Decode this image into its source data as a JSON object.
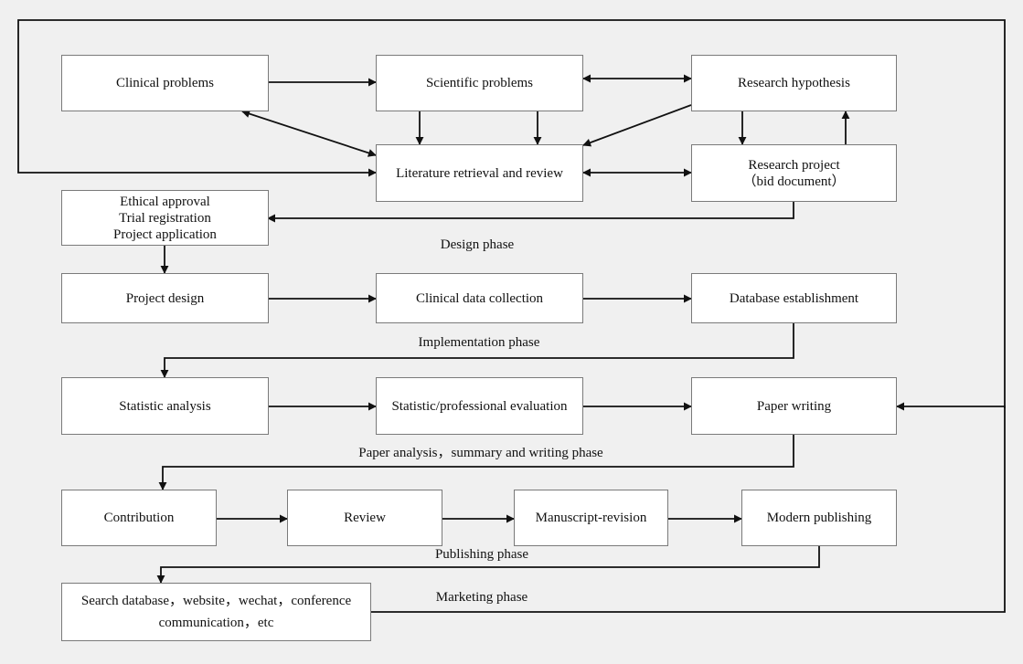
{
  "diagram": {
    "boxes": {
      "clinical_problems": "Clinical problems",
      "scientific_problems": "Scientific problems",
      "research_hypothesis": "Research hypothesis",
      "literature_review": "Literature retrieval and review",
      "research_project_line1": "Research project",
      "research_project_line2": "（bid document）",
      "ethical_line1": "Ethical approval",
      "ethical_line2": "Trial registration",
      "ethical_line3": "Project application",
      "project_design": "Project design",
      "clinical_data_collection": "Clinical data collection",
      "database_establishment": "Database establishment",
      "statistic_analysis": "Statistic analysis",
      "statistic_evaluation": "Statistic/professional evaluation",
      "paper_writing": "Paper writing",
      "contribution": "Contribution",
      "review": "Review",
      "manuscript_revision": "Manuscript-revision",
      "modern_publishing": "Modern publishing",
      "search_database_line1": "Search database，website，wechat，conference",
      "search_database_line2": "communication，etc"
    },
    "phases": {
      "design": "Design phase",
      "implementation": "Implementation phase",
      "paper_analysis": "Paper analysis，summary and writing phase",
      "publishing": "Publishing phase",
      "marketing": "Marketing phase"
    },
    "colors": {
      "background": "#f0f0f0",
      "box_fill": "#ffffff",
      "box_border": "#7a7a7a",
      "arrow": "#111111"
    }
  }
}
